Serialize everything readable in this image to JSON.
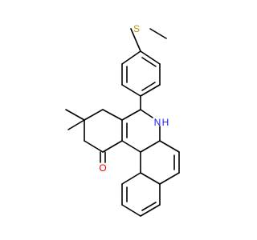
{
  "molecule": {
    "atoms": {
      "sulfur": "S",
      "nitrogen": "N",
      "hydrogen": "H",
      "oxygen": "O"
    },
    "colors": {
      "bond": "#000000",
      "sulfur": "#b59a00",
      "nitrogen": "#1a1aff",
      "oxygen": "#ff0000",
      "background": "#ffffff"
    }
  }
}
